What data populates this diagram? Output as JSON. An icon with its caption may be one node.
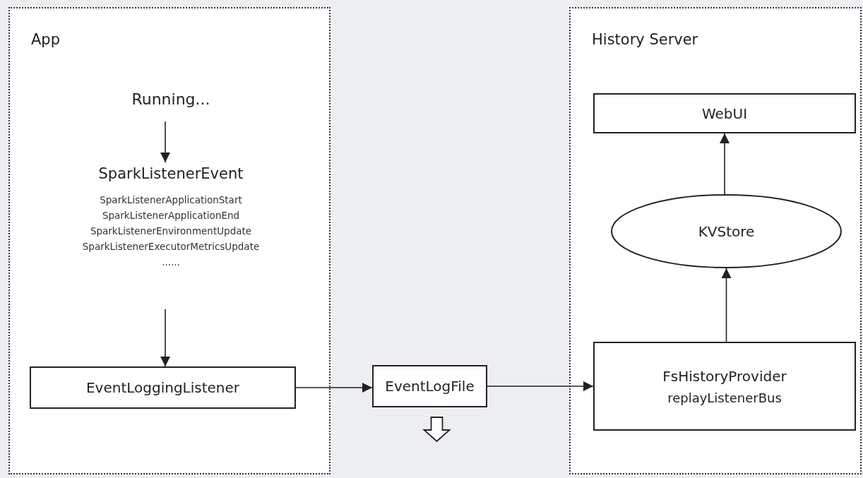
{
  "diagram": {
    "nodes": [
      {
        "text": [
          "App"
        ]
      },
      {
        "text": [
          "Running..."
        ],
        "in": 0
      },
      {
        "text": [
          "SparkListenerEvent",
          "SparkListenerApplicationStart",
          "SparkListenerApplicationEnd",
          "SparkListenerEnvironmentUpdate",
          "SparkListenerExecutorMetricsUpdate",
          "......"
        ],
        "in": 0
      },
      {
        "text": [
          "EventLoggingListener"
        ],
        "in": 0
      },
      {
        "text": [
          "EventLogFile"
        ]
      },
      {
        "text": [
          "History Server"
        ]
      },
      {
        "text": [
          "WebUI"
        ],
        "in": 5
      },
      {
        "text": [
          "KVStore"
        ],
        "in": 5
      },
      {
        "text": [
          "FsHistoryProvider",
          "replayListenerBus"
        ],
        "in": 5
      }
    ],
    "edges": [
      {
        "from": 1,
        "to": 2,
        "arrow": "to"
      },
      {
        "from": 2,
        "to": 3,
        "arrow": "to"
      },
      {
        "from": 3,
        "to": 4,
        "arrow": "to"
      },
      {
        "from": 4,
        "to": 8,
        "arrow": "to"
      },
      {
        "from": 8,
        "to": 7,
        "arrow": "to"
      },
      {
        "from": 7,
        "to": 6,
        "arrow": "to"
      },
      {
        "from": 4,
        "to": null,
        "arrow": "to",
        "style": "thick"
      }
    ]
  }
}
